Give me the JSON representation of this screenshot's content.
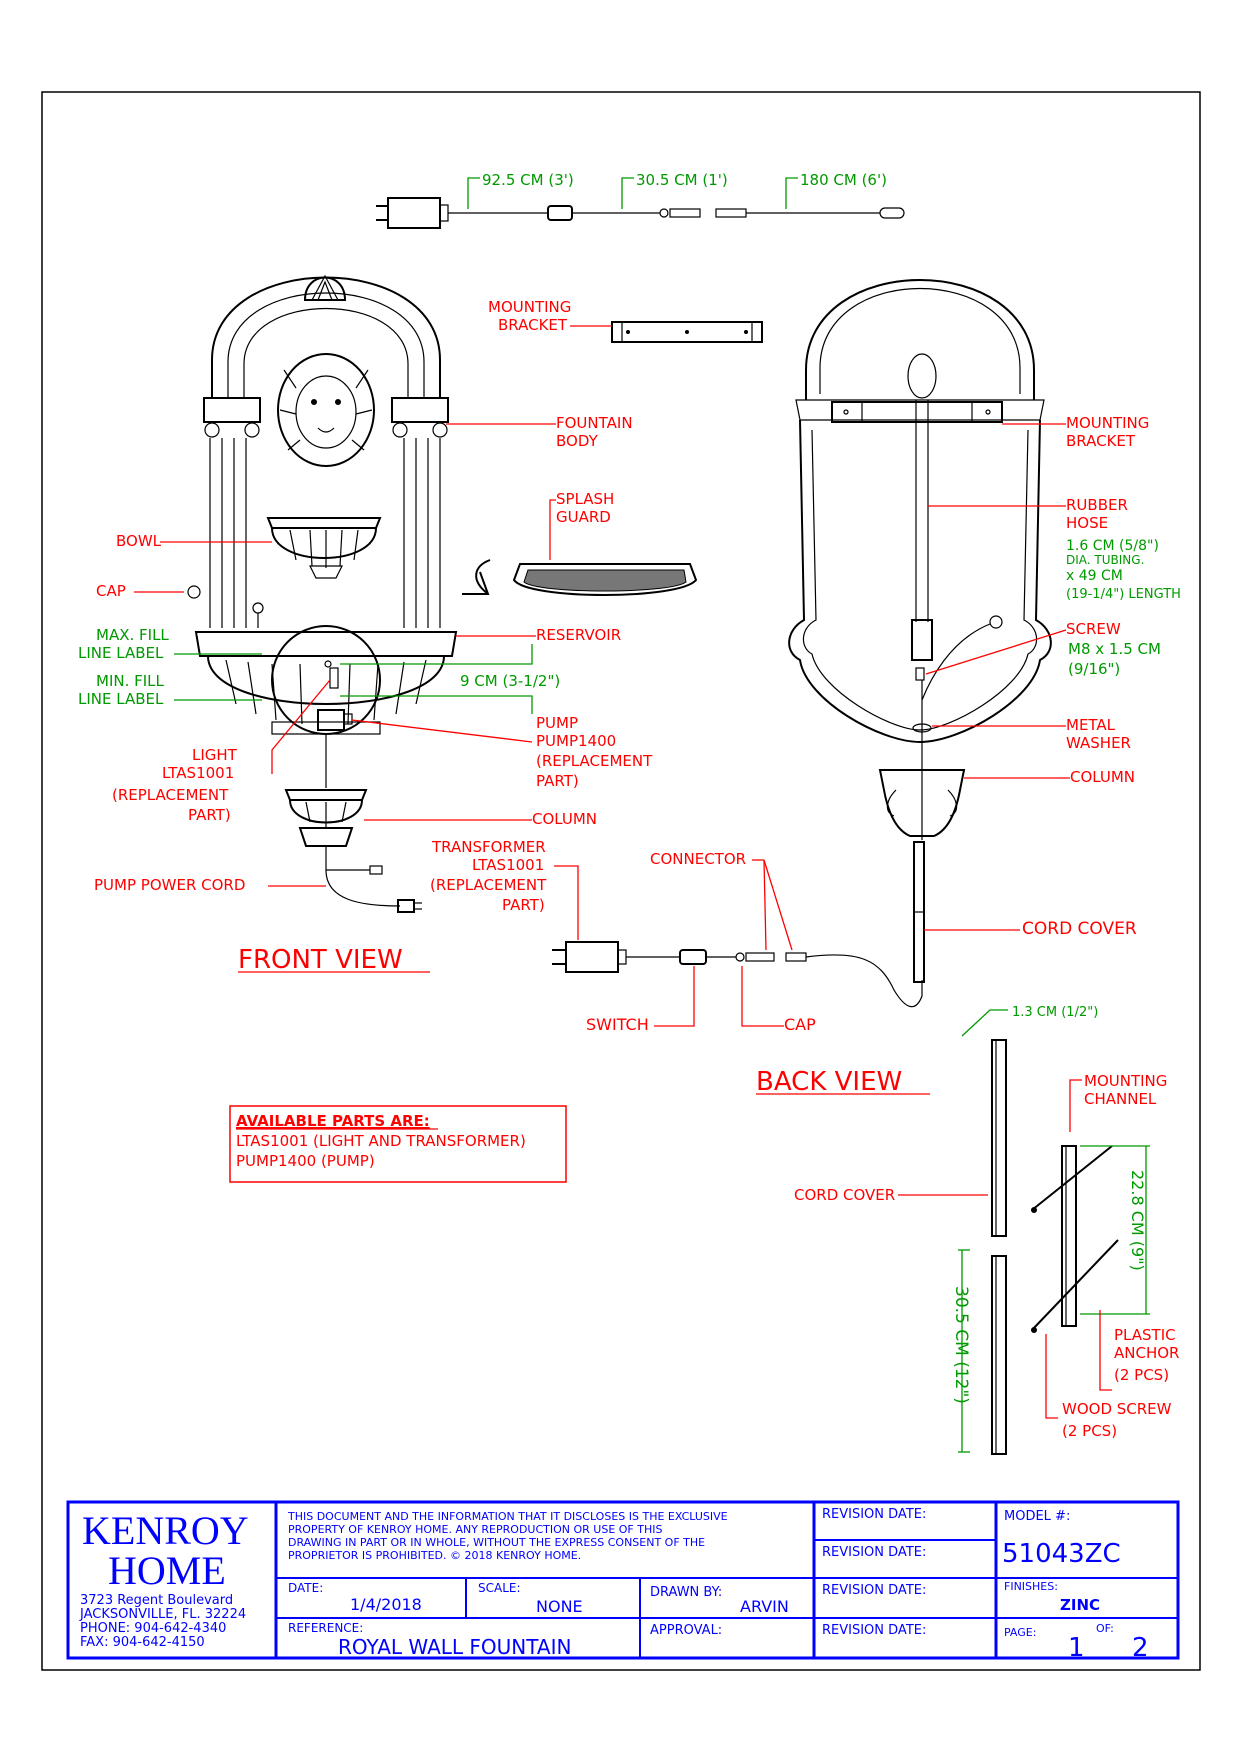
{
  "cord_dimensions": {
    "d1": "92.5 CM (3')",
    "d2": "30.5 CM (1')",
    "d3": "180 CM (6')"
  },
  "front": {
    "view_title": "FRONT VIEW",
    "mounting_bracket": [
      "MOUNTING",
      "BRACKET"
    ],
    "fountain_body": [
      "FOUNTAIN",
      "BODY"
    ],
    "splash_guard": [
      "SPLASH",
      "GUARD"
    ],
    "bowl": "BOWL",
    "cap": "CAP",
    "reservoir": "RESERVOIR",
    "max_fill": [
      "MAX. FILL",
      "LINE LABEL"
    ],
    "min_fill": [
      "MIN. FILL",
      "LINE LABEL"
    ],
    "depth_dim": "9 CM (3-1/2\")",
    "pump": [
      "PUMP",
      "PUMP1400",
      "(REPLACEMENT",
      "PART)"
    ],
    "light": [
      "LIGHT",
      "LTAS1001",
      "(REPLACEMENT",
      "PART)"
    ],
    "column": "COLUMN",
    "pump_power_cord": "PUMP POWER CORD",
    "transformer": [
      "TRANSFORMER",
      "LTAS1001",
      "(REPLACEMENT",
      "PART)"
    ],
    "connector": "CONNECTOR",
    "switch": "SWITCH",
    "cap2": "CAP"
  },
  "back": {
    "view_title": "BACK VIEW",
    "mounting_bracket": [
      "MOUNTING",
      "BRACKET"
    ],
    "rubber_hose": [
      "RUBBER",
      "HOSE"
    ],
    "hose_spec": [
      "1.6 CM (5/8\")",
      "DIA. TUBING.",
      "x 49 CM",
      "(19-1/4\") LENGTH"
    ],
    "screw": "SCREW",
    "screw_spec": [
      "M8 x 1.5 CM",
      "(9/16\")"
    ],
    "metal_washer": [
      "METAL",
      "WASHER"
    ],
    "column": "COLUMN",
    "cord_cover": "CORD COVER"
  },
  "detail": {
    "width_dim": "1.3 CM (1/2\")",
    "mounting_channel": [
      "MOUNTING",
      "CHANNEL"
    ],
    "channel_dim": "22.8 CM (9\")",
    "cover_dim": "30.5 CM (12\")",
    "cord_cover": "CORD COVER",
    "plastic_anchor": [
      "PLASTIC",
      "ANCHOR",
      "(2 PCS)"
    ],
    "wood_screw": [
      "WOOD SCREW",
      "(2 PCS)"
    ]
  },
  "parts_box": {
    "title": "AVAILABLE PARTS ARE:",
    "lines": [
      "LTAS1001 (LIGHT AND TRANSFORMER)",
      "PUMP1400 (PUMP)"
    ]
  },
  "title_block": {
    "company": [
      "KENROY",
      "HOME"
    ],
    "address": [
      "3723 Regent Boulevard",
      "JACKSONVILLE, FL. 32224",
      "PHONE: 904-642-4340",
      "FAX: 904-642-4150"
    ],
    "notice": [
      "THIS DOCUMENT AND THE INFORMATION THAT IT DISCLOSES IS THE EXCLUSIVE",
      "PROPERTY OF KENROY HOME. ANY REPRODUCTION OR USE OF THIS",
      "DRAWING IN PART OR IN WHOLE, WITHOUT THE EXPRESS CONSENT OF THE",
      "PROPRIETOR IS PROHIBITED. © 2018 KENROY HOME."
    ],
    "date_label": "DATE:",
    "date": "1/4/2018",
    "scale_label": "SCALE:",
    "scale": "NONE",
    "drawn_label": "DRAWN BY:",
    "drawn": "ARVIN",
    "reference_label": "REFERENCE:",
    "reference": "ROYAL WALL FOUNTAIN",
    "approval_label": "APPROVAL:",
    "revision_label": "REVISION DATE:",
    "model_label": "MODEL #:",
    "model": "51043ZC",
    "finishes_label": "FINISHES:",
    "finish": "ZINC",
    "page_label": "PAGE:",
    "page": "1",
    "of_label": "OF:",
    "of": "2"
  },
  "colors": {
    "label": "#ff0000",
    "dimension": "#009900",
    "title_block": "#0000ff",
    "line": "#000000"
  }
}
